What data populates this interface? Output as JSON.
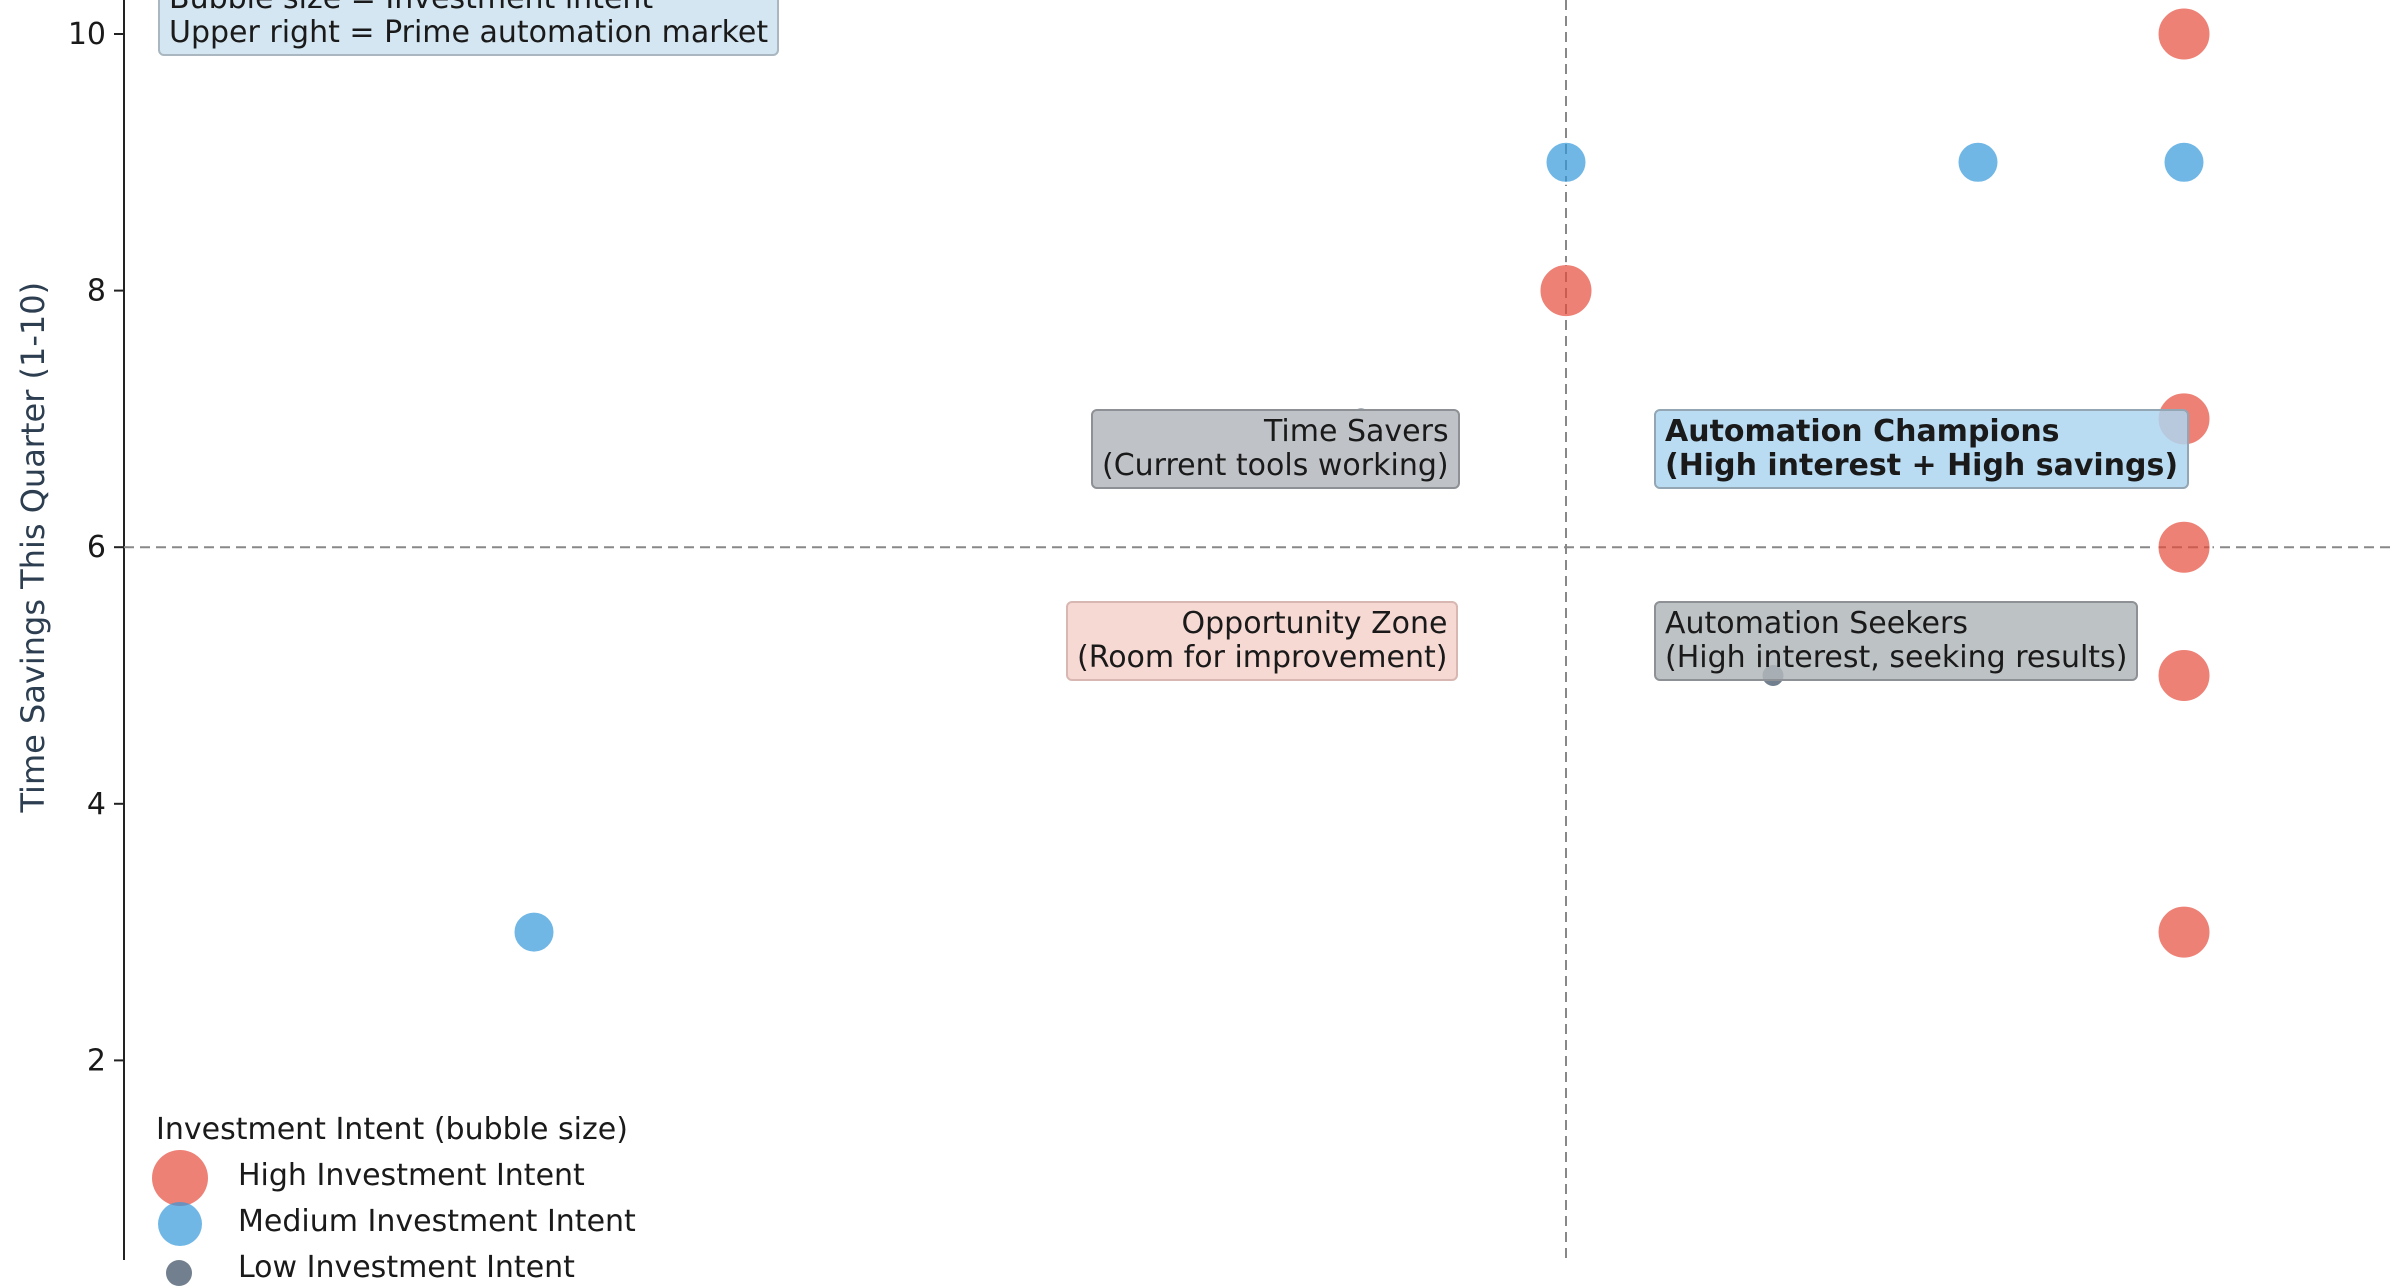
{
  "chart_data": {
    "type": "scatter",
    "ylabel": "Time Savings This Quarter (1-10)",
    "y_ticks": [
      2,
      4,
      6,
      8,
      10
    ],
    "grid": false,
    "reference_lines": {
      "x": "dashed vertical line through quadrant split",
      "y": 6
    },
    "series": [
      {
        "name": "High Investment Intent",
        "color": "#e74c3c",
        "points": [
          {
            "y": 10
          },
          {
            "y": 8
          },
          {
            "y": 7
          },
          {
            "y": 6
          },
          {
            "y": 5
          },
          {
            "y": 3
          }
        ]
      },
      {
        "name": "Medium Investment Intent",
        "color": "#3498db",
        "points": [
          {
            "y": 9
          },
          {
            "y": 9
          },
          {
            "y": 9
          },
          {
            "y": 3
          }
        ]
      },
      {
        "name": "Low Investment Intent",
        "color": "#34495e",
        "points": [
          {
            "y": 7
          },
          {
            "y": 5
          }
        ]
      }
    ],
    "annotations": {
      "info_line_1": "Bubble size = Investment intent",
      "info_line_2": "Upper right = Prime automation market",
      "time_savers_1": "Time Savers",
      "time_savers_2": "(Current tools working)",
      "opportunity_1": "Opportunity Zone",
      "opportunity_2": "(Room for improvement)",
      "champions_1": "Automation Champions",
      "champions_2": "(High interest + High savings)",
      "seekers_1": "Automation Seekers",
      "seekers_2": "(High interest, seeking results)"
    },
    "legend": {
      "title": "Investment Intent (bubble size)",
      "placement": "bottom-left",
      "entries": [
        "High Investment Intent",
        "Medium Investment Intent",
        "Low Investment Intent"
      ]
    }
  }
}
